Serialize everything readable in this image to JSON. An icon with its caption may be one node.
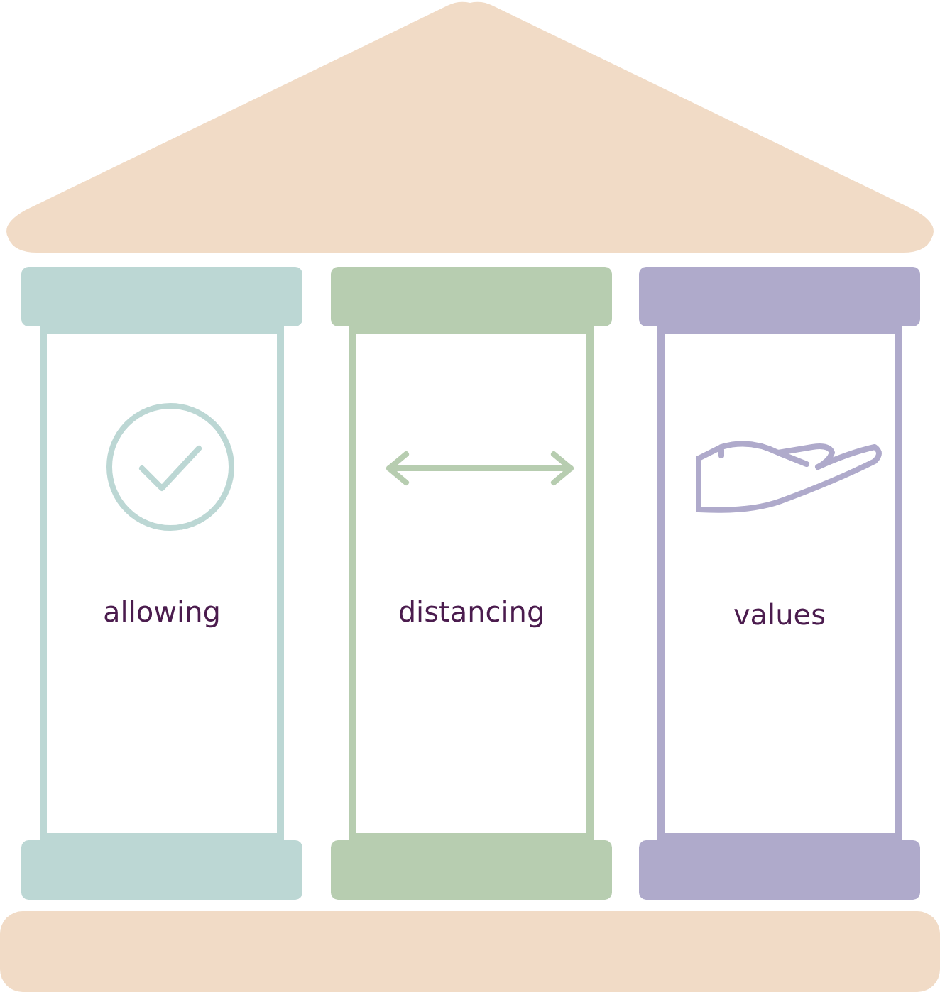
{
  "diagram": {
    "nodes": [
      {
        "text": [],
        "shape": "triangle"
      },
      {
        "text": [],
        "shape": "bar"
      },
      {
        "text": [],
        "shape": "bar"
      },
      {
        "text": [],
        "shape": "bar"
      },
      {
        "text": [
          "allowing"
        ]
      },
      {
        "text": [
          "distancing"
        ]
      },
      {
        "text": [
          "values"
        ]
      },
      {
        "text": [],
        "shape": "bar"
      },
      {
        "text": [],
        "shape": "bar"
      },
      {
        "text": [],
        "shape": "bar"
      },
      {
        "text": [],
        "shape": "bar"
      }
    ]
  }
}
